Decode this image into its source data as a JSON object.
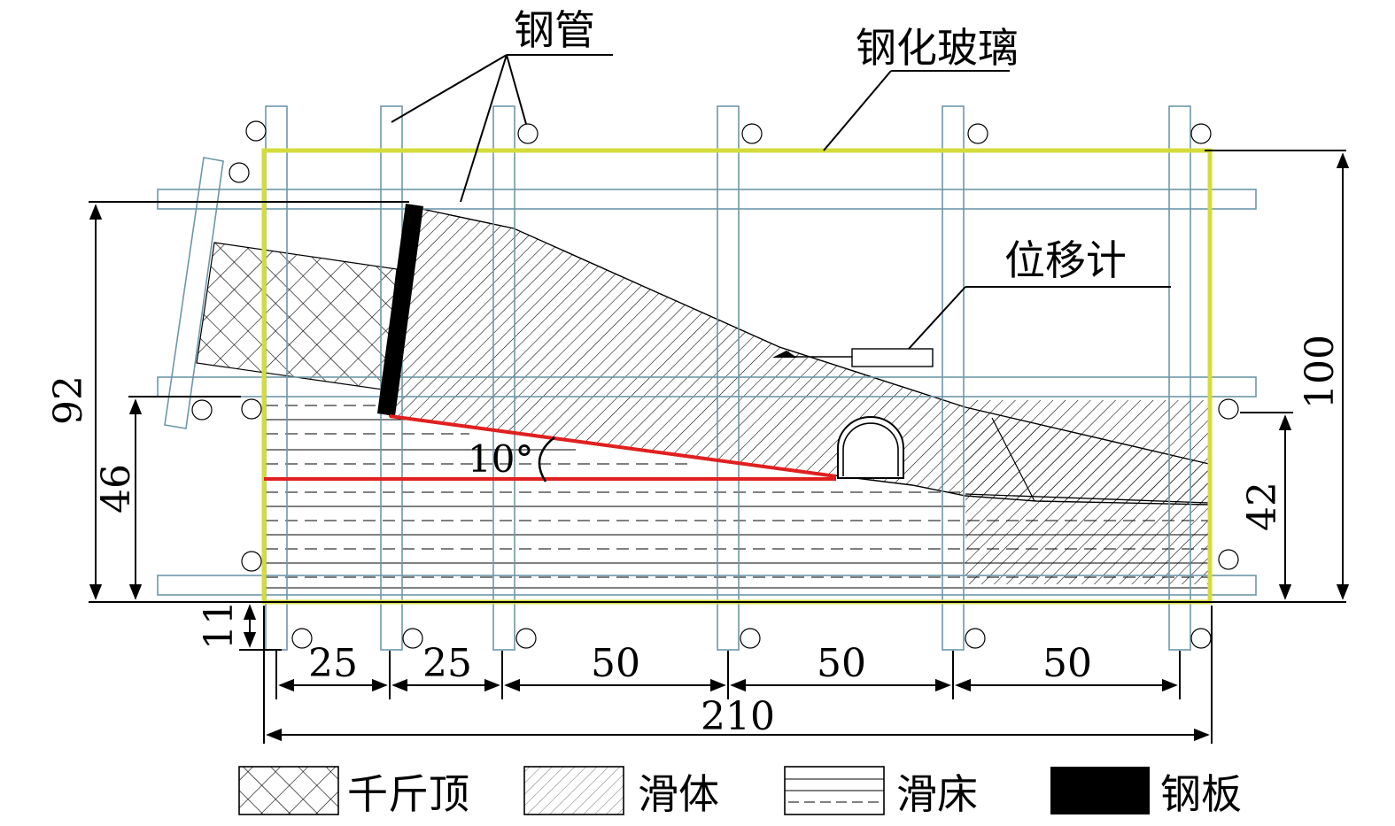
{
  "labels": {
    "steel_pipe": "钢管",
    "tempered_glass": "钢化玻璃",
    "displacement_meter": "位移计",
    "angle": "10°"
  },
  "dimensions": {
    "h92": "92",
    "h46": "46",
    "h11": "11",
    "h100": "100",
    "h42": "42",
    "w25a": "25",
    "w25b": "25",
    "w50a": "50",
    "w50b": "50",
    "w50c": "50",
    "w210": "210"
  },
  "legend": {
    "jack": "千斤顶",
    "slide_body": "滑体",
    "slide_bed": "滑床",
    "steel_plate": "钢板"
  },
  "colors": {
    "glass_frame": "#d4dc3c",
    "steel_pipe_frame": "#6e97a8",
    "sliding_surface": "#e02020",
    "steel_plate": "#000000"
  }
}
